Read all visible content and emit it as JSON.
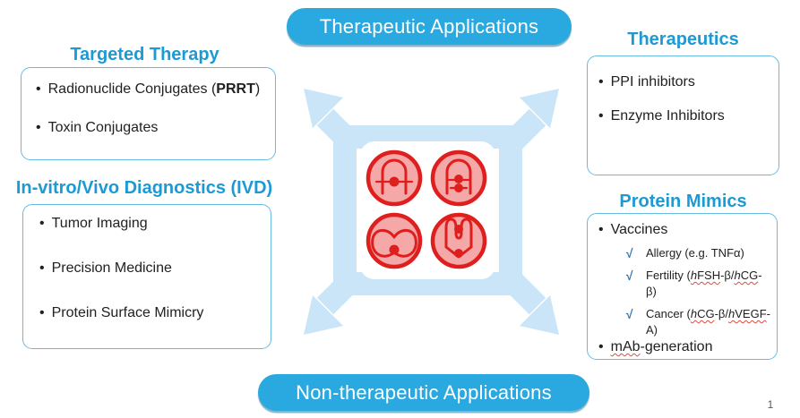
{
  "glyphs": {
    "bullet": "•"
  },
  "page": {
    "number": "1"
  },
  "banners": {
    "top": "Therapeutic Applications",
    "bottom": "Non-therapeutic Applications"
  },
  "sections": {
    "targeted_therapy": {
      "title": "Targeted Therapy",
      "items": [
        {
          "segments": [
            {
              "t": "Radionuclide Conjugates ("
            },
            {
              "t": "PRRT",
              "b": 1
            },
            {
              "t": ")"
            }
          ]
        },
        {
          "segments": [
            {
              "t": "Toxin Conjugates"
            }
          ]
        }
      ]
    },
    "ivd": {
      "title": "In-vitro/Vivo Diagnostics (IVD)",
      "items": [
        {
          "segments": [
            {
              "t": "Tumor Imaging"
            }
          ]
        },
        {
          "segments": [
            {
              "t": "Precision Medicine"
            }
          ]
        },
        {
          "segments": [
            {
              "t": "Protein Surface Mimicry"
            }
          ]
        }
      ]
    },
    "therapeutics": {
      "title": "Therapeutics",
      "items": [
        {
          "segments": [
            {
              "t": "PPI inhibitors"
            }
          ]
        },
        {
          "segments": [
            {
              "t": "Enzyme Inhibitors"
            }
          ]
        }
      ]
    },
    "protein_mimics": {
      "title": "Protein Mimics",
      "vaccines": {
        "segments": [
          {
            "t": "Vaccines"
          }
        ]
      },
      "checklist": [
        {
          "mark": "√",
          "segments": [
            {
              "t": "Allergy (e.g. TNFα)"
            }
          ]
        },
        {
          "mark": "√",
          "segments": [
            {
              "t": "Fertility ("
            },
            {
              "t": "h",
              "i": 1,
              "u": 1
            },
            {
              "t": "FSH",
              "u": 1
            },
            {
              "t": "-β/"
            },
            {
              "t": "h",
              "i": 1,
              "u": 1
            },
            {
              "t": "CG",
              "u": 1
            },
            {
              "t": "-β)"
            }
          ]
        },
        {
          "mark": "√",
          "segments": [
            {
              "t": "Cancer ("
            },
            {
              "t": "h",
              "i": 1,
              "u": 1
            },
            {
              "t": "CG",
              "u": 1
            },
            {
              "t": "-β/"
            },
            {
              "t": "h",
              "i": 1,
              "u": 1
            },
            {
              "t": "VEGF",
              "u": 1
            },
            {
              "t": "-A)"
            }
          ]
        }
      ],
      "mab": {
        "segments": [
          {
            "t": "mAb",
            "u": 1
          },
          {
            "t": "-generation"
          }
        ]
      }
    }
  },
  "center_graphic": {
    "icons": [
      "loop-peptide-icon",
      "double-bridge-peptide-icon",
      "twin-lobe-peptide-icon",
      "hairpin-peptide-icon"
    ]
  },
  "colors": {
    "banner_blue": "#29A9DF",
    "heading_blue": "#1B9AD6",
    "box_border_blue": "#66BBE3",
    "arrow_blue": "#C9E5F7",
    "icon_red": "#DF1E1E",
    "icon_pink": "#F5A8A8",
    "check_blue": "#2E75B6",
    "text_dark": "#212121",
    "page_number_gray": "#555555"
  }
}
